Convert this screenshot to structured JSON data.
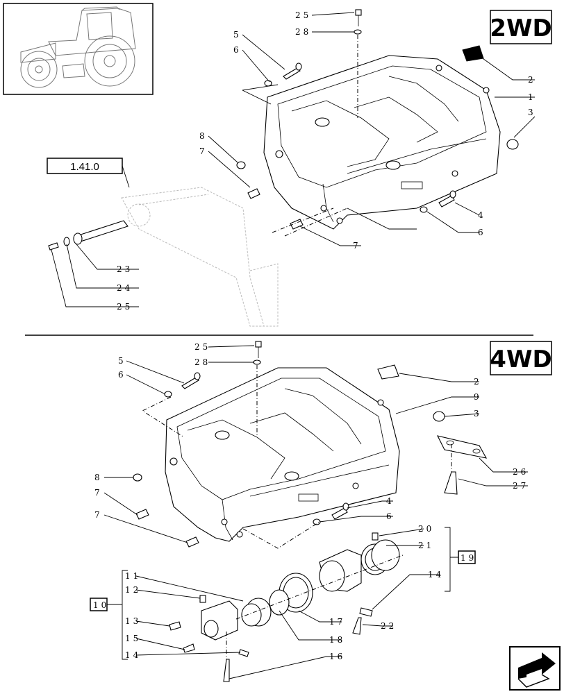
{
  "variants": {
    "top": "2WD",
    "bottom": "4WD"
  },
  "reference": {
    "top": "1.41.0"
  },
  "groups": {
    "g10": "10",
    "g19": "19"
  },
  "top_labels": {
    "l25": "25",
    "l28": "28",
    "l5": "5",
    "l6": "6",
    "l2": "2",
    "l1": "1",
    "l3": "3",
    "l8": "8",
    "l7a": "7",
    "l4": "4",
    "l6b": "6",
    "l7b": "7",
    "l23": "23",
    "l24": "24",
    "l25b": "25"
  },
  "bottom_labels": {
    "l25": "25",
    "l28": "28",
    "l5": "5",
    "l6": "6",
    "l2": "2",
    "l9": "9",
    "l3": "3",
    "l26": "26",
    "l27": "27",
    "l8": "8",
    "l7a": "7",
    "l7b": "7",
    "l4": "4",
    "l6b": "6",
    "l20": "20",
    "l21": "21",
    "l14a": "14",
    "l22": "22",
    "l11": "11",
    "l12": "12",
    "l13": "13",
    "l15": "15",
    "l14b": "14",
    "l17": "17",
    "l18": "18",
    "l16": "16"
  },
  "icons": {
    "thumbnail": "tractor-thumbnail-icon",
    "nav": "next-page-arrow-icon"
  }
}
